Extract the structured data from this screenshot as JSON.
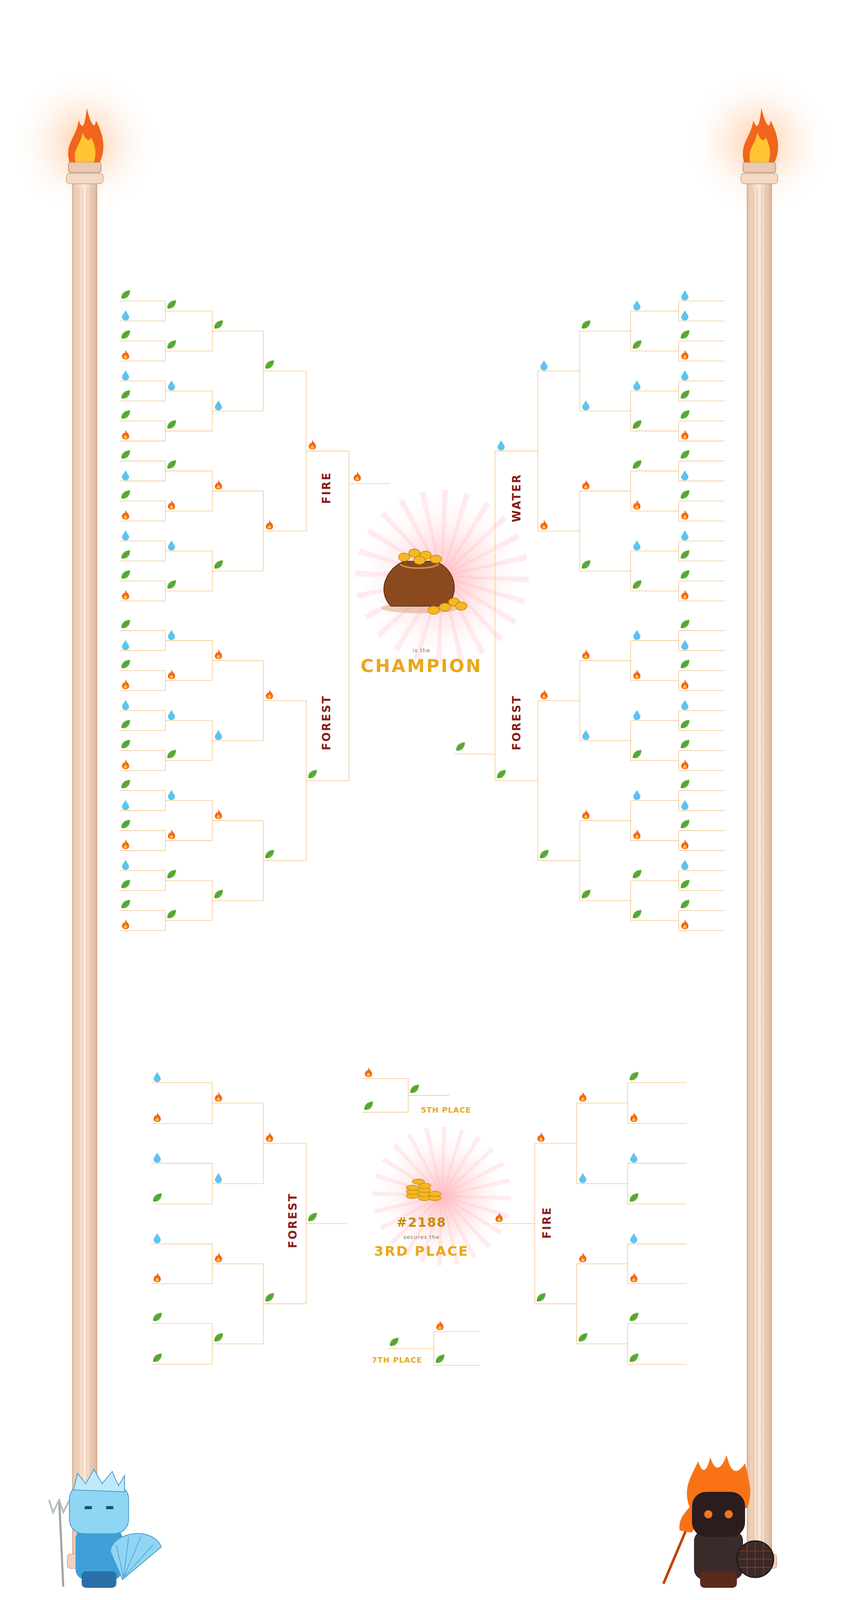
{
  "diagram": {
    "labels": [
      "FIRE",
      "FOREST",
      "WATER",
      "FOREST",
      "is the",
      "CHAMPION",
      "5TH PLACE",
      "FOREST",
      "#2188",
      "secures the",
      "3RD PLACE",
      "FIRE",
      "7TH PLACE"
    ]
  }
}
